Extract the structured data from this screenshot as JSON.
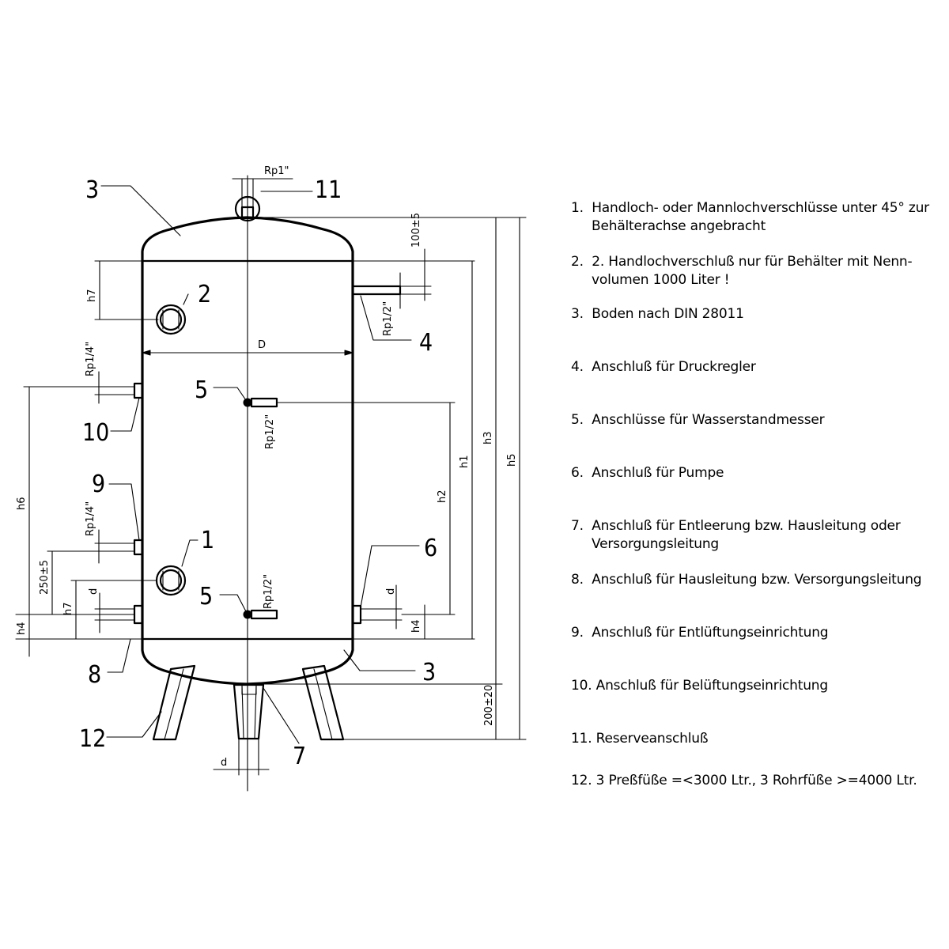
{
  "drawing": {
    "callouts": {
      "c1": "1",
      "c2": "2",
      "c3a": "3",
      "c3b": "3",
      "c4": "4",
      "c5a": "5",
      "c5b": "5",
      "c6": "6",
      "c7": "7",
      "c8": "8",
      "c9": "9",
      "c10": "10",
      "c11": "11",
      "c12": "12"
    },
    "dimensions": {
      "rp1": "Rp1\"",
      "rp_half_top": "Rp1/2\"",
      "rp_half_mid": "Rp1/2\"",
      "rp_half_low": "Rp1/2\"",
      "rp_quarter_10": "Rp1/4\"",
      "rp_quarter_9": "Rp1/4\"",
      "d_diam": "D",
      "h1": "h1",
      "h2": "h2",
      "h3": "h3",
      "h4_left": "h4",
      "h4_right": "h4",
      "h5": "h5",
      "h6": "h6",
      "h7_top": "h7",
      "h7_bottom": "h7",
      "d_left": "d",
      "d_right": "d",
      "d_bottom": "d",
      "dim_100": "100±5",
      "dim_250": "250±5",
      "dim_200": "200±20"
    }
  },
  "legend": {
    "items": [
      "1.  Handloch- oder Mannlochverschlüsse unter 45° zur\n     Behälterachse angebracht",
      "2.  2. Handlochverschluß nur für Behälter mit Nenn-\n     volumen 1000 Liter !",
      "3.  Boden nach DIN 28011",
      "4.  Anschluß für Druckregler",
      "5.  Anschlüsse für Wasserstandmesser",
      "6.  Anschluß für Pumpe",
      "7.  Anschluß für Entleerung bzw. Hausleitung oder\n     Versorgungsleitung",
      "8.  Anschluß für Hausleitung bzw. Versorgungsleitung",
      "9.  Anschluß für Entlüftungseinrichtung",
      "10. Anschluß für Belüftungseinrichtung",
      "11. Reserveanschluß",
      "12. 3 Preßfüße =<3000 Ltr., 3 Rohrfüße >=4000 Ltr."
    ]
  }
}
